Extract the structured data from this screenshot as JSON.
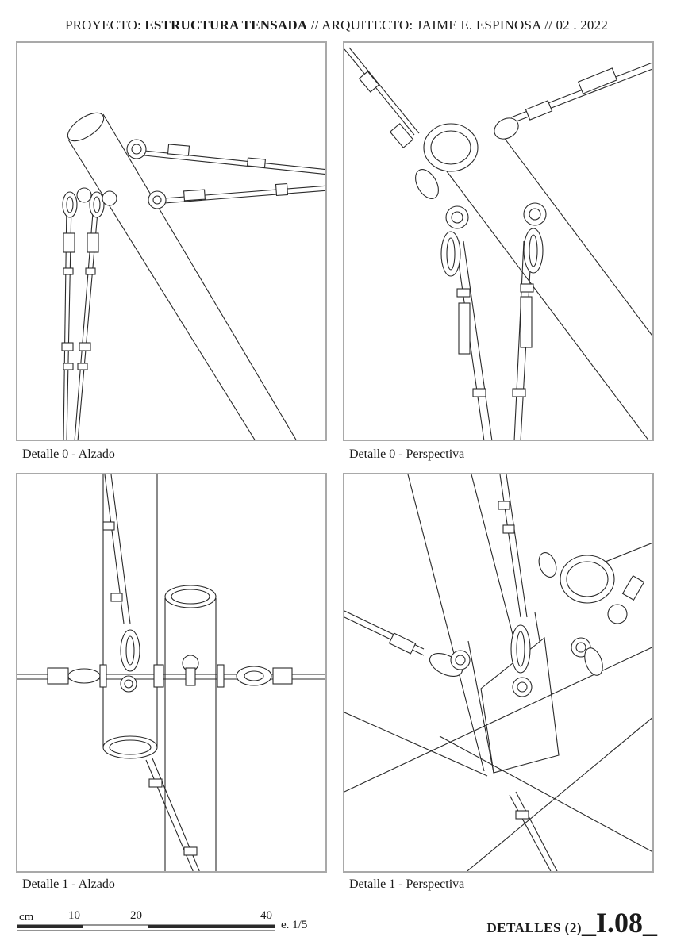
{
  "header": {
    "project_label": "PROYECTO:",
    "project_name": "ESTRUCTURA TENSADA",
    "separator_1": "//",
    "architect_label": "ARQUITECTO:",
    "architect_name": "JAIME E. ESPINOSA",
    "separator_2": "//",
    "date": "02 . 2022"
  },
  "panels": [
    {
      "caption": "Detalle 0 - Alzado"
    },
    {
      "caption": "Detalle 0 - Perspectiva"
    },
    {
      "caption": "Detalle 1 - Alzado"
    },
    {
      "caption": "Detalle 1 - Perspectiva"
    }
  ],
  "scale_bar": {
    "unit": "cm",
    "ticks": [
      "10",
      "20",
      "40"
    ],
    "scale": "e. 1/5"
  },
  "title_block": {
    "sheet_name": "DETALLES (2)",
    "sheet_code": "I.08"
  }
}
